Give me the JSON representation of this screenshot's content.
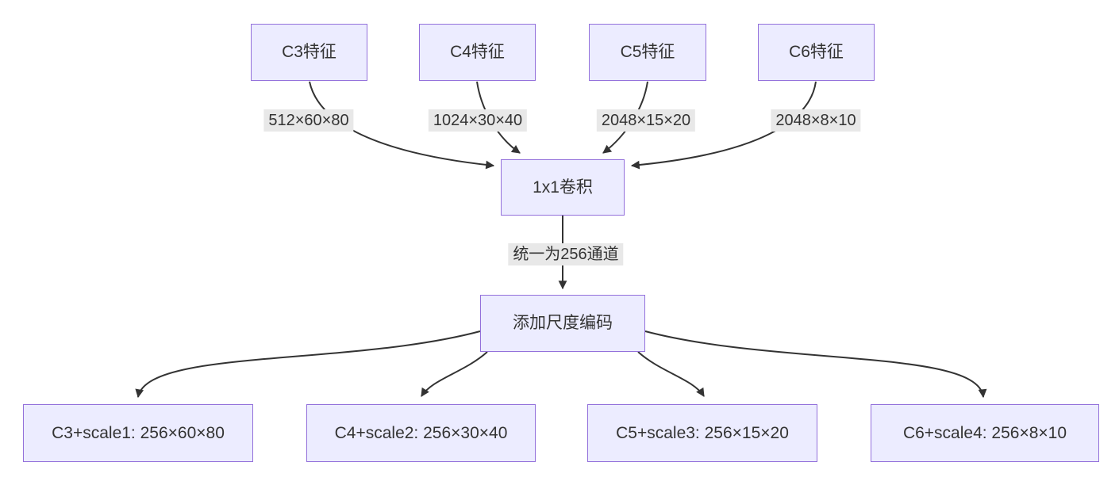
{
  "diagram": {
    "type": "flowchart",
    "direction": "top-down",
    "colors": {
      "background": "#ffffff",
      "node_fill": "#ECECFF",
      "node_border": "#9370DB",
      "edge_stroke": "#333333",
      "edge_label_bg": "#e8e8e8",
      "text": "#333333"
    },
    "nodes": [
      {
        "id": "c3",
        "label": "C3特征"
      },
      {
        "id": "c4",
        "label": "C4特征"
      },
      {
        "id": "c5",
        "label": "C5特征"
      },
      {
        "id": "c6",
        "label": "C6特征"
      },
      {
        "id": "conv",
        "label": "1x1卷积"
      },
      {
        "id": "scale",
        "label": "添加尺度编码"
      },
      {
        "id": "out1",
        "label": "C3+scale1: 256×60×80"
      },
      {
        "id": "out2",
        "label": "C4+scale2: 256×30×40"
      },
      {
        "id": "out3",
        "label": "C5+scale3: 256×15×20"
      },
      {
        "id": "out4",
        "label": "C6+scale4: 256×8×10"
      }
    ],
    "edges": [
      {
        "from": "c3",
        "to": "conv",
        "label": "512×60×80"
      },
      {
        "from": "c4",
        "to": "conv",
        "label": "1024×30×40"
      },
      {
        "from": "c5",
        "to": "conv",
        "label": "2048×15×20"
      },
      {
        "from": "c6",
        "to": "conv",
        "label": "2048×8×10"
      },
      {
        "from": "conv",
        "to": "scale",
        "label": "统一为256通道"
      },
      {
        "from": "scale",
        "to": "out1",
        "label": ""
      },
      {
        "from": "scale",
        "to": "out2",
        "label": ""
      },
      {
        "from": "scale",
        "to": "out3",
        "label": ""
      },
      {
        "from": "scale",
        "to": "out4",
        "label": ""
      }
    ]
  }
}
